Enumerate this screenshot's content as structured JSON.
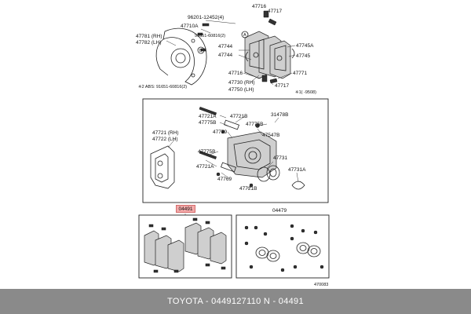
{
  "labels": {
    "l96201": "96201-12452(4)",
    "l47716a": "47716",
    "l47717a": "47717",
    "l47710a": "47710A",
    "l47781": "47781 (RH)",
    "l47782": "47782 (LH)",
    "l91651a": "91651-60816(2)",
    "l47744a": "47744",
    "l47745a": "47745A",
    "l47745": "47745",
    "l47744": "47744",
    "l47771": "47771",
    "l47716b": "47716",
    "l47717b": "47717",
    "abs": "※2 ABS: 91651-60816(2)",
    "l47730": "47730 (RH)",
    "l47750": "47750 (LH)",
    "l9508": "※1(   -9508)",
    "l47721a": "47721A",
    "l47775b1": "47775B",
    "l47721b": "47721B",
    "l31478b": "31478B",
    "l47775b2": "47775B",
    "l47779": "47779",
    "l47547b": "47547B",
    "l47721": "47721 (RH)",
    "l47722": "47722 (LH)",
    "l47775b3": "47775B",
    "l47731": "47731",
    "l47721a2": "47721A",
    "l47731a": "47731A",
    "l47769": "47769",
    "l47721b2": "47721B",
    "l04479": "04479",
    "code": "470083",
    "circle_b": "B",
    "circle_a": "A"
  },
  "highlight_label": "04491",
  "caption": "TOYOTA - 0449127110     N - 04491"
}
